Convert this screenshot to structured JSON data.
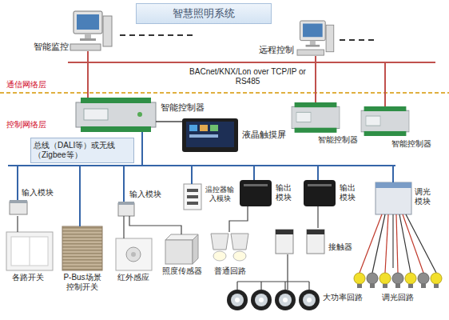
{
  "diagram": {
    "title": "智慧照明系统",
    "nodes": [
      {
        "text": [
          "智能监控"
        ]
      },
      {
        "text": [
          "远程控制"
        ]
      },
      {
        "text": [
          "智能控制器"
        ]
      },
      {
        "text": [
          "液晶触摸屏"
        ]
      },
      {
        "text": [
          "智能控制器"
        ]
      },
      {
        "text": [
          "智能控制器"
        ]
      },
      {
        "text": [
          "总线（DALI等）或无线（Zigbee等）"
        ]
      },
      {
        "text": [
          "输入模块"
        ]
      },
      {
        "text": [
          "各路开关"
        ]
      },
      {
        "text": [
          "P-Bus场景控制开关"
        ]
      },
      {
        "text": [
          "输入模块"
        ]
      },
      {
        "text": [
          "红外感应"
        ]
      },
      {
        "text": [
          "照度传感器"
        ]
      },
      {
        "text": [
          "温控器输入模块"
        ]
      },
      {
        "text": [
          "输出模块"
        ]
      },
      {
        "text": [
          "普通回路"
        ]
      },
      {
        "text": [
          "输出模块"
        ]
      },
      {
        "text": [
          "接触器"
        ]
      },
      {
        "text": [
          "大功率回路"
        ]
      },
      {
        "text": [
          "调光模块"
        ]
      },
      {
        "text": [
          "调光回路"
        ]
      }
    ],
    "edges": [
      {
        "from": 0,
        "to": 2,
        "arrow": "none"
      },
      {
        "from": 0,
        "to": 4,
        "arrow": "none"
      },
      {
        "from": 0,
        "to": 5,
        "arrow": "none"
      },
      {
        "from": 1,
        "to": 2,
        "arrow": "none"
      },
      {
        "from": 1,
        "to": 4,
        "arrow": "none"
      },
      {
        "from": 1,
        "to": 5,
        "arrow": "none"
      },
      {
        "from": 2,
        "to": 3,
        "arrow": "none"
      },
      {
        "from": 2,
        "to": 7,
        "arrow": "none"
      },
      {
        "from": 2,
        "to": 9,
        "arrow": "none"
      },
      {
        "from": 2,
        "to": 10,
        "arrow": "none"
      },
      {
        "from": 2,
        "to": 13,
        "arrow": "none"
      },
      {
        "from": 2,
        "to": 14,
        "arrow": "none"
      },
      {
        "from": 2,
        "to": 16,
        "arrow": "none"
      },
      {
        "from": 2,
        "to": 19,
        "arrow": "none"
      },
      {
        "from": 7,
        "to": 8,
        "arrow": "none"
      },
      {
        "from": 10,
        "to": 11,
        "arrow": "none"
      },
      {
        "from": 10,
        "to": 12,
        "arrow": "none"
      },
      {
        "from": 14,
        "to": 15,
        "arrow": "none"
      },
      {
        "from": 16,
        "to": 17,
        "arrow": "none"
      },
      {
        "from": 17,
        "to": 18,
        "arrow": "none"
      },
      {
        "from": 19,
        "to": 20,
        "arrow": "none"
      }
    ],
    "labels": [
      "BACnet/KNX/Lon over TCP/IP or RS485",
      "通信网络层",
      "控制网络层"
    ]
  }
}
